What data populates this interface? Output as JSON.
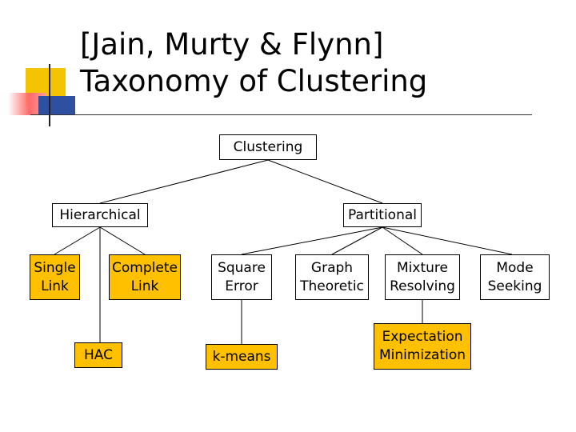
{
  "slide": {
    "title_line1": "[Jain, Murty & Flynn]",
    "title_line2": "Taxonomy of Clustering"
  },
  "colors": {
    "accent_box": "#ffc000",
    "deco_yellow": "#f5c400",
    "deco_red": "#ff6b6b",
    "deco_blue": "#2f4fa0"
  },
  "tree": {
    "root": {
      "label": "Clustering"
    },
    "hierarchical": {
      "label": "Hierarchical"
    },
    "partitional": {
      "label": "Partitional"
    },
    "single_link": {
      "line1": "Single",
      "line2": "Link"
    },
    "complete_link": {
      "line1": "Complete",
      "line2": "Link"
    },
    "hac": {
      "label": "HAC"
    },
    "square_error": {
      "line1": "Square",
      "line2": "Error"
    },
    "graph_theoretic": {
      "line1": "Graph",
      "line2": "Theoretic"
    },
    "mixture_resolving": {
      "line1": "Mixture",
      "line2": "Resolving"
    },
    "mode_seeking": {
      "line1": "Mode",
      "line2": "Seeking"
    },
    "k_means": {
      "label": "k-means"
    },
    "expectation_minimization": {
      "line1": "Expectation",
      "line2": "Minimization"
    }
  }
}
